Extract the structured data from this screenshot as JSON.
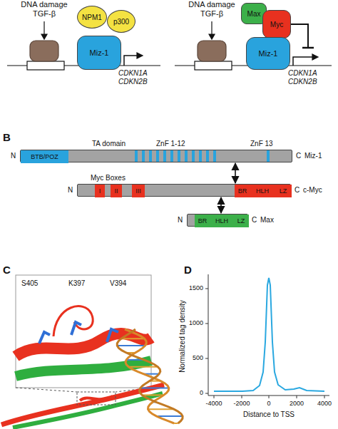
{
  "diagram": {
    "nodes": [
      {
        "text": [
          "NPM1"
        ]
      },
      {
        "text": [
          "p300"
        ]
      },
      {
        "text": [
          "Miz-1"
        ]
      },
      {
        "text": [
          "Max"
        ]
      },
      {
        "text": [
          "Myc"
        ]
      },
      {
        "text": [
          "Miz-1"
        ]
      },
      {
        "text": [
          "N",
          "TA domain",
          "ZnF 1-12",
          "ZnF 13",
          "C",
          "Miz-1"
        ]
      },
      {
        "text": [
          "BTB/POZ"
        ],
        "in": 6
      },
      {
        "text": [
          "N",
          "Myc Boxes",
          "C",
          "c-Myc"
        ]
      },
      {
        "text": [
          "I"
        ],
        "in": 8
      },
      {
        "text": [
          "II"
        ],
        "in": 8
      },
      {
        "text": [
          "III"
        ],
        "in": 8
      },
      {
        "text": [
          "BR"
        ],
        "in": 8
      },
      {
        "text": [
          "HLH"
        ],
        "in": 8
      },
      {
        "text": [
          "LZ"
        ],
        "in": 8
      },
      {
        "text": [
          "N",
          "C",
          "Max"
        ]
      },
      {
        "text": [
          "BR"
        ],
        "in": 15
      },
      {
        "text": [
          "HLH"
        ],
        "in": 15
      },
      {
        "text": [
          "LZ"
        ],
        "in": 15
      }
    ],
    "edges": [
      {
        "from": 6,
        "to": 8,
        "arrow": "both"
      },
      {
        "from": 8,
        "to": 15,
        "arrow": "both"
      }
    ],
    "labels": [
      "DNA damage TGF-β",
      "CDKN1A CDKN2B",
      "DNA damage TGF-β",
      "CDKN1A CDKN2B",
      "B",
      "C",
      "S405",
      "K397",
      "V394",
      "D",
      "0",
      "500",
      "1000",
      "1500",
      "-4000",
      "-2000",
      "0",
      "2000",
      "4000",
      "Distance to TSS",
      "Normalized tag density"
    ]
  }
}
